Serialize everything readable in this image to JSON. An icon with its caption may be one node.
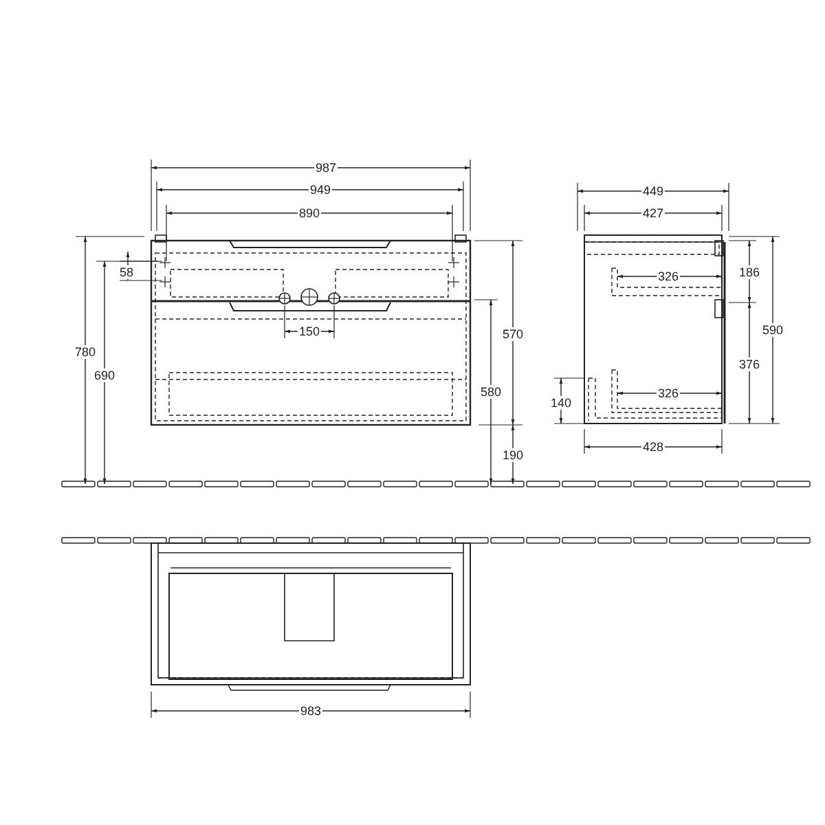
{
  "diagram": {
    "labels": [
      "987",
      "949",
      "890",
      "58",
      "780",
      "690",
      "150",
      "570",
      "580",
      "190",
      "449",
      "427",
      "186",
      "326",
      "590",
      "376",
      "140",
      "326",
      "428",
      "983"
    ]
  }
}
